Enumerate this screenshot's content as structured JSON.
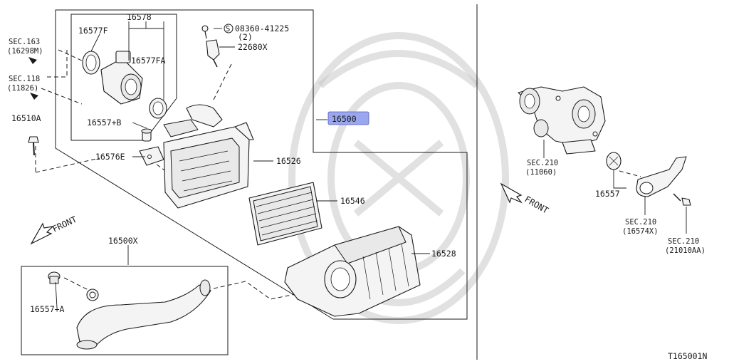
{
  "diagram_id": "T165001N",
  "parts": {
    "p16578": "16578",
    "p16577F": "16577F",
    "p16577FA": "16577FA",
    "p08360": "08360-41225",
    "p08360_qty": "(2)",
    "p22680X": "22680X",
    "p16500": "16500",
    "p16557B": "16557+B",
    "p16576E": "16576E",
    "p16510A": "16510A",
    "p16526": "16526",
    "p16546": "16546",
    "p16528": "16528",
    "p16500X": "16500X",
    "p16557A": "16557+A",
    "p16557": "16557"
  },
  "section_refs": {
    "sec163": "SEC.163",
    "sec163_sub": "(16298M)",
    "sec118": "SEC.118",
    "sec118_sub": "(11826)",
    "sec210a": "SEC.210",
    "sec210a_sub": "(11060)",
    "sec210b": "SEC.210",
    "sec210b_sub": "(16574X)",
    "sec210c": "SEC.210",
    "sec210c_sub": "(21010AA)"
  },
  "front_labels": {
    "left": "FRONT",
    "right": "FRONT"
  },
  "highlight_color": "#9aa6ee",
  "symbols": {
    "screw_symbol": "S"
  }
}
